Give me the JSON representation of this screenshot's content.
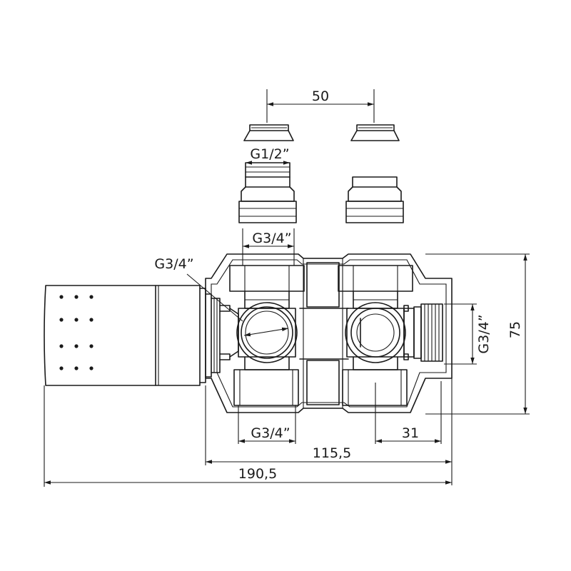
{
  "dimensions": {
    "fitting_spacing": "50",
    "nipple_thread": "G1/2”",
    "nut_thread": "G3/4”",
    "left_port_thread": "G3/4”",
    "side_port_thread": "G3/4”",
    "bottom_outlet_thread": "G3/4”",
    "outlet_offset": "31",
    "body_width": "115,5",
    "overall_length": "190,5",
    "overall_height": "75"
  }
}
